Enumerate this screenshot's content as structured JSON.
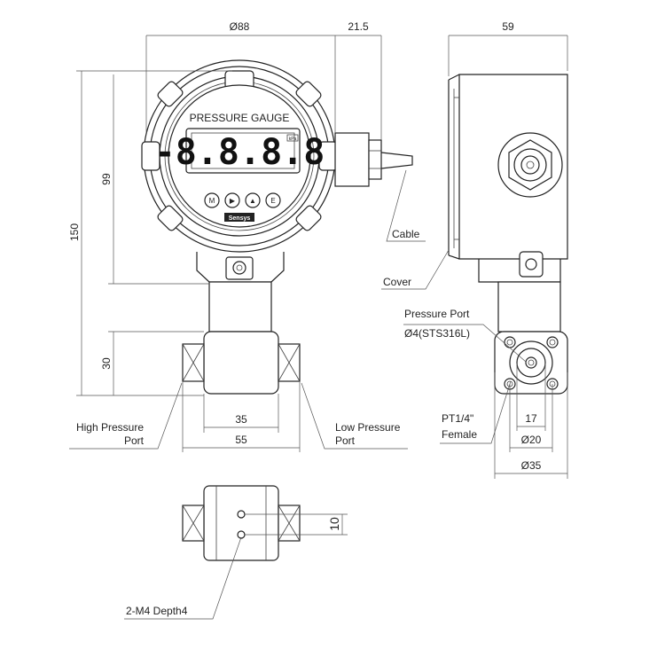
{
  "front": {
    "gauge_label": "PRESSURE GAUGE",
    "display_value": "-8.8.8.8",
    "unit_badge": "kPa",
    "buttons": [
      "M",
      "▶",
      "▲",
      "E"
    ],
    "brand": "Sensys"
  },
  "dimensions": {
    "d88": "Ø88",
    "d21_5": "21.5",
    "d59": "59",
    "d99": "99",
    "d150": "150",
    "d30": "30",
    "d35": "35",
    "d55": "55",
    "d17": "17",
    "d20": "Ø20",
    "d35_dia": "Ø35",
    "d10": "10"
  },
  "labels": {
    "cable": "Cable",
    "cover": "Cover",
    "pressure_port": "Pressure Port",
    "pressure_port_spec": "Ø4(STS316L)",
    "high_pressure_1": "High Pressure",
    "high_pressure_2": "Port",
    "low_pressure_1": "Low Pressure",
    "low_pressure_2": "Port",
    "pt_1": "PT1/4\"",
    "pt_2": "Female",
    "m4": "2-M4 Depth4"
  }
}
